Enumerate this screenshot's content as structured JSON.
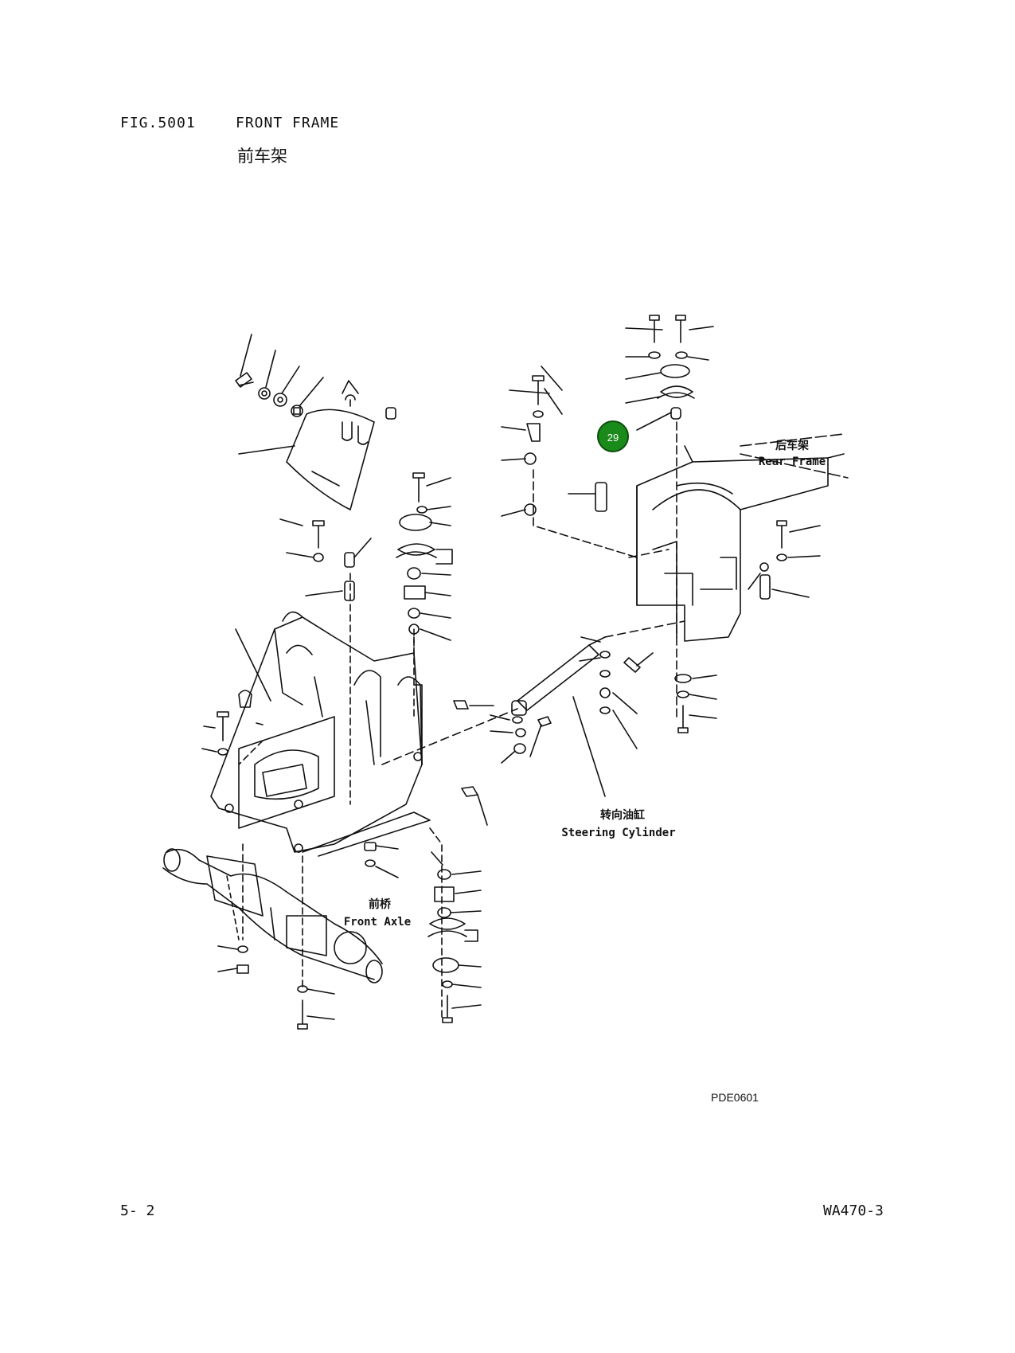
{
  "figure": {
    "number": "FIG.5001",
    "title": "FRONT FRAME",
    "title_cn": "前车架"
  },
  "labels": {
    "rear_frame_cn": "后车架",
    "rear_frame_en": "Rear Frame",
    "steering_cylinder_cn": "转向油缸",
    "steering_cylinder_en": "Steering Cylinder",
    "front_axle_cn": "前桥",
    "front_axle_en": "Front Axle"
  },
  "callout": {
    "number": "29",
    "color": "#1a8a1a"
  },
  "footer": {
    "drawing_code": "PDE0601",
    "page_number": "5-  2",
    "model": "WA470-3"
  }
}
